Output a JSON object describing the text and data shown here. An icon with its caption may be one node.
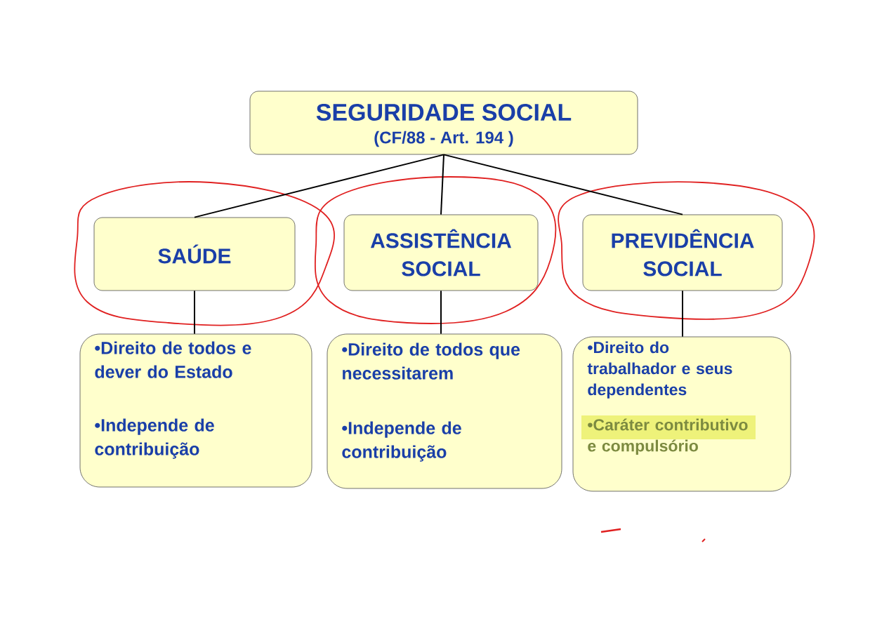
{
  "diagram": {
    "nodes": [
      {
        "text": [
          "SEGURIDADE SOCIAL",
          "(CF/88 - Art. 194 )"
        ]
      },
      {
        "text": [
          "SAÚDE"
        ]
      },
      {
        "text": [
          "ASSISTÊNCIA SOCIAL"
        ]
      },
      {
        "text": [
          "PREVIDÊNCIA SOCIAL"
        ]
      },
      {
        "text": [
          "•Direito de todos e dever do Estado",
          "•Independe de contribuição"
        ]
      },
      {
        "text": [
          "•Direito de todos que necessitarem",
          "•Independe de contribuição"
        ]
      },
      {
        "text": [
          "•Direito do trabalhador e seus dependentes",
          "•Caráter contributivo e compulsório"
        ]
      }
    ],
    "edges": [
      {
        "from": 0,
        "to": 1,
        "arrow": "none"
      },
      {
        "from": 0,
        "to": 2,
        "arrow": "none"
      },
      {
        "from": 0,
        "to": 3,
        "arrow": "none"
      },
      {
        "from": 1,
        "to": 4,
        "arrow": "none"
      },
      {
        "from": 2,
        "to": 5,
        "arrow": "none"
      },
      {
        "from": 3,
        "to": 6,
        "arrow": "none"
      }
    ]
  }
}
